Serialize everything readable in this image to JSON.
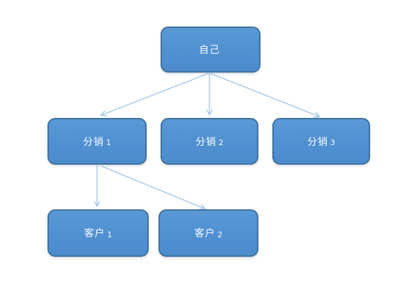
{
  "diagram": {
    "type": "hierarchy-flowchart",
    "colors": {
      "node_fill": "#5090d1",
      "node_border": "#41719c",
      "connector": "#9dc3e6",
      "label_text": "#eef5fc",
      "background": "#ffffff"
    },
    "nodes": [
      {
        "id": "self",
        "label": "自己",
        "number": ""
      },
      {
        "id": "dist1",
        "label": "分销",
        "number": "1"
      },
      {
        "id": "dist2",
        "label": "分销",
        "number": "2"
      },
      {
        "id": "dist3",
        "label": "分销",
        "number": "3"
      },
      {
        "id": "cust1",
        "label": "客户",
        "number": "1"
      },
      {
        "id": "cust2",
        "label": "客户",
        "number": "2"
      }
    ],
    "edges": [
      {
        "from": "自己",
        "to": "分销 1"
      },
      {
        "from": "自己",
        "to": "分销 2"
      },
      {
        "from": "自己",
        "to": "分销 3"
      },
      {
        "from": "分销 1",
        "to": "客户 1"
      },
      {
        "from": "分销 1",
        "to": "客户 2"
      }
    ]
  }
}
